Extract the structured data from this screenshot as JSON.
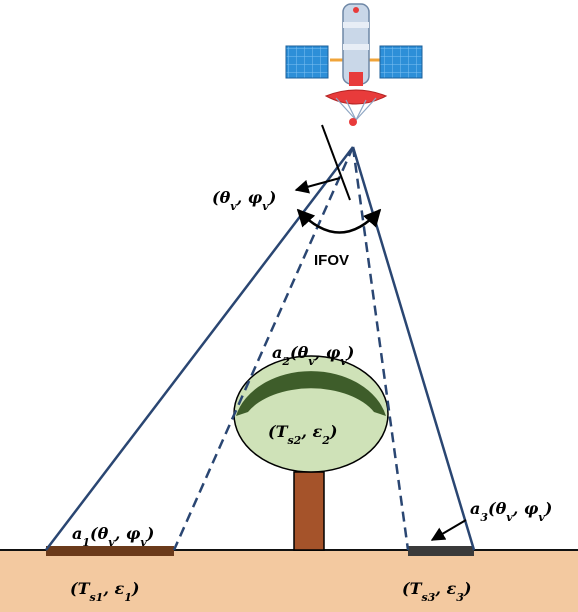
{
  "diagram": {
    "view_direction_label": "(θ_v, φ_v)",
    "ifov_label": "IFOV",
    "canopy_albedo_label": "a_2(θ_v, φ_v)",
    "canopy_params_label": "(T_s2, ε_2)",
    "left_albedo_label": "a_1(θ_v, φ_v)",
    "left_params_label": "(T_s1, ε_1)",
    "right_albedo_label": "a_3(θ_v, φ_v)",
    "right_params_label": "(T_s3, ε_3)"
  },
  "colors": {
    "ground": "#f3c9a0",
    "ground_line": "#111111",
    "ray": "#2a4672",
    "canopy_fill": "#cfe2b8",
    "canopy_edge": "#3e5d2a",
    "trunk": "#a5532a",
    "left_patch": "#6b3a1a",
    "right_patch": "#3a3a3a",
    "panel": "#2d8fd8",
    "sat_body": "#c9d7e8",
    "sat_red": "#e83b3b"
  }
}
